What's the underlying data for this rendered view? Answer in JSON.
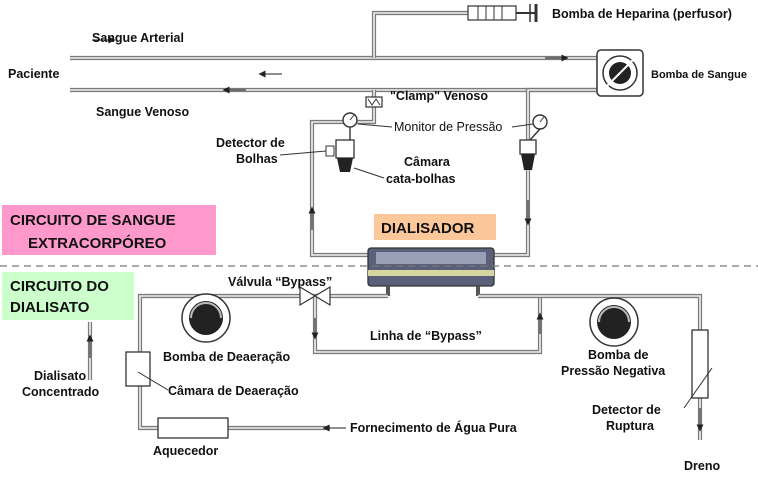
{
  "blood_circuit": {
    "title_line1": "CIRCUITO DE SANGUE",
    "title_line2": "EXTRACORPÓREO",
    "fill": "#ff99cc",
    "labels": {
      "heparin_pump": "Bomba de Heparina (perfusor)",
      "arterial_blood": "Sangue Arterial",
      "patient": "Paciente",
      "blood_pump": "Bomba de Sangue",
      "venous_blood": "Sangue Venoso",
      "venous_clamp": "\"Clamp\" Venoso",
      "bubble_detector_line1": "Detector de",
      "bubble_detector_line2": "Bolhas",
      "pressure_monitor": "Monitor de Pressão",
      "bubble_chamber_line1": "Câmara",
      "bubble_chamber_line2": "cata-bolhas"
    }
  },
  "dialyzer": {
    "label": "DIALISADOR",
    "fill": "#fcc89b"
  },
  "dialysate_circuit": {
    "title_line1": "CIRCUITO DO",
    "title_line2": "DIALISATO",
    "fill": "#ccffcc",
    "labels": {
      "bypass_valve": "Válvula “Bypass”",
      "bypass_line": "Linha de “Bypass”",
      "deaeration_pump": "Bomba de Deaeração",
      "deaeration_chamber": "Câmara de Deaeração",
      "concentrate_line1": "Dialisato",
      "concentrate_line2": "Concentrado",
      "negative_pressure_pump_line1": "Bomba de",
      "negative_pressure_pump_line2": "Pressão Negativa",
      "rupture_detector_line1": "Detector de",
      "rupture_detector_line2": "Ruptura",
      "pure_water_supply": "Fornecimento de Água Pura",
      "heater": "Aquecedor",
      "drain": "Dreno"
    }
  }
}
